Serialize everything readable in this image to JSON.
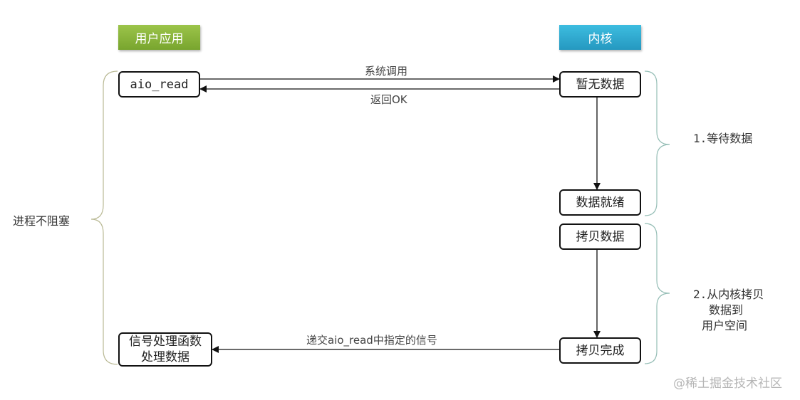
{
  "headers": {
    "user": "用户应用",
    "kernel": "内核"
  },
  "colors": {
    "user_header": "#86b33a",
    "kernel_header": "#2ea9d0",
    "left_brace": "#b9b994",
    "right_brace": "#94bdb5"
  },
  "boxes": {
    "aio_read": "aio_read",
    "no_data": "暂无数据",
    "data_ready": "数据就绪",
    "copy_data": "拷贝数据",
    "copy_done": "拷贝完成",
    "handler_line1": "信号处理函数",
    "handler_line2": "处理数据"
  },
  "arrows": {
    "syscall": "系统调用",
    "return_ok": "返回OK",
    "signal": "递交aio_read中指定的信号"
  },
  "braces": {
    "left": "进程不阻塞",
    "wait": "1.等待数据",
    "copy_line1": "2.从内核拷贝",
    "copy_line2": "数据到",
    "copy_line3": "用户空间"
  },
  "watermark": "@稀土掘金技术社区"
}
